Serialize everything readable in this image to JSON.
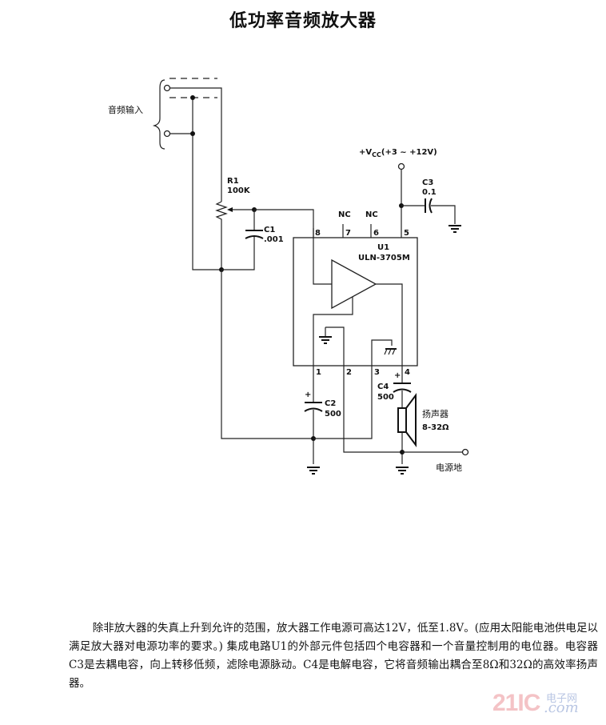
{
  "title": "低功率音频放大器",
  "schematic": {
    "input_label": "音频输入",
    "vcc_label": "+V",
    "vcc_sub": "CC",
    "vcc_range": "(+3 ~ +12V)",
    "r1": {
      "name": "R1",
      "value": "100K"
    },
    "c1": {
      "name": "C1",
      "value": ".001"
    },
    "c2": {
      "name": "C2",
      "value": "500",
      "polarity": "+"
    },
    "c3": {
      "name": "C3",
      "value": "0.1"
    },
    "c4": {
      "name": "C4",
      "value": "500",
      "polarity": "+"
    },
    "u1": {
      "name": "U1",
      "part": "ULN-3705M"
    },
    "nc_label": "NC",
    "pins": [
      "1",
      "2",
      "3",
      "4",
      "5",
      "6",
      "7",
      "8"
    ],
    "speaker": {
      "label": "扬声器",
      "value": "8-32Ω"
    },
    "ground_label": "电源地",
    "pin4_polarity": "+"
  },
  "description": "除非放大器的失真上升到允许的范围，放大器工作电源可高达12V，低至1.8V。(应用太阳能电池供电足以满足放大器对电源功率的要求。) 集成电路U1的外部元件包括四个电容器和一个音量控制用的电位器。电容器C3是去耦电容，向上转移低频，滤除电源脉动。C4是电解电容，它将音频输出耦合至8Ω和32Ω的高效率扬声器。",
  "watermark": {
    "brand": "21IC",
    "cn": "电子网",
    "domain": ".com"
  }
}
